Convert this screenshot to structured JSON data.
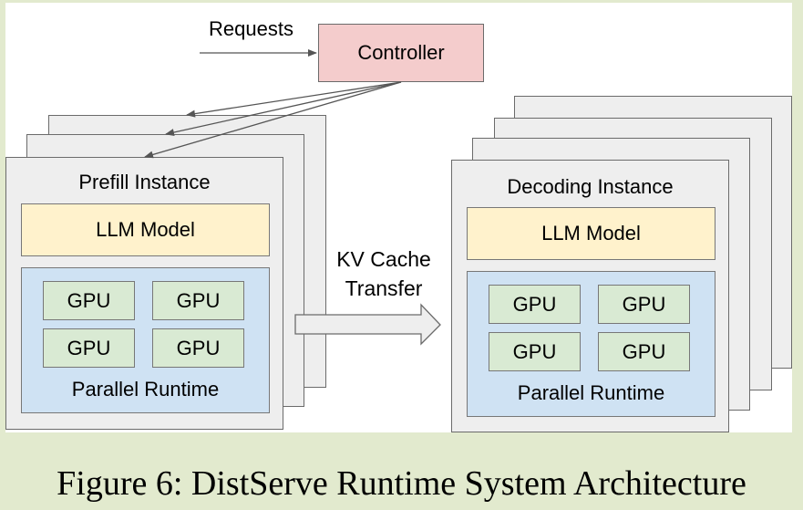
{
  "figure": {
    "caption": "Figure 6: DistServe Runtime System Architecture",
    "colors": {
      "page_background": "#e2eace",
      "controller_fill": "#f4cccc",
      "instance_fill": "#eeeeee",
      "llm_model_fill": "#fff2cc",
      "runtime_fill": "#cfe2f3",
      "gpu_fill": "#d9ead3",
      "stroke": "#6b6b6b"
    }
  },
  "requests": {
    "label": "Requests"
  },
  "controller": {
    "label": "Controller"
  },
  "prefill": {
    "title": "Prefill Instance",
    "stack_count": 3,
    "llm_label": "LLM Model",
    "gpus": [
      "GPU",
      "GPU",
      "GPU",
      "GPU"
    ],
    "runtime_label": "Parallel Runtime"
  },
  "decoding": {
    "title": "Decoding Instance",
    "stack_count": 4,
    "llm_label": "LLM Model",
    "gpus": [
      "GPU",
      "GPU",
      "GPU",
      "GPU"
    ],
    "runtime_label": "Parallel Runtime"
  },
  "transfer": {
    "line1": "KV Cache",
    "line2": "Transfer"
  }
}
